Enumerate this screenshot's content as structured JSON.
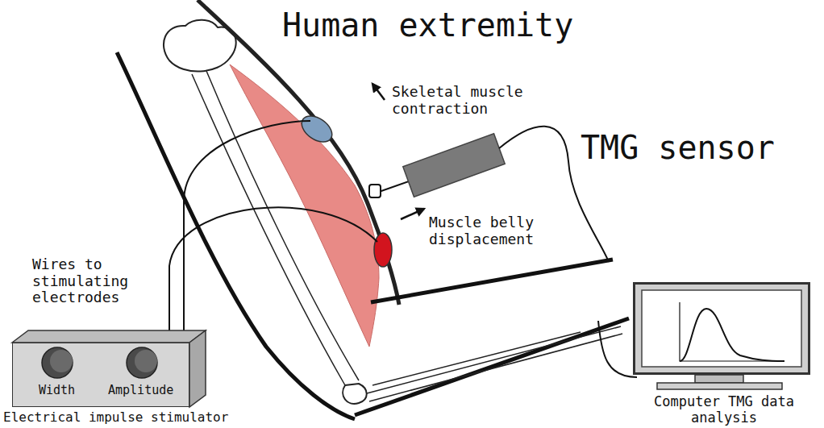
{
  "diagram": {
    "nodes": [
      {
        "text": [
          "Width",
          "Amplitude",
          "Electrical impulse stimulator"
        ]
      },
      {
        "text": [
          "Computer TMG data analysis"
        ]
      }
    ],
    "labels": [
      "Human extremity",
      "Skeletal muscle contraction",
      "TMG sensor",
      "Muscle belly displacement",
      "Wires to stimulating electrodes"
    ]
  }
}
